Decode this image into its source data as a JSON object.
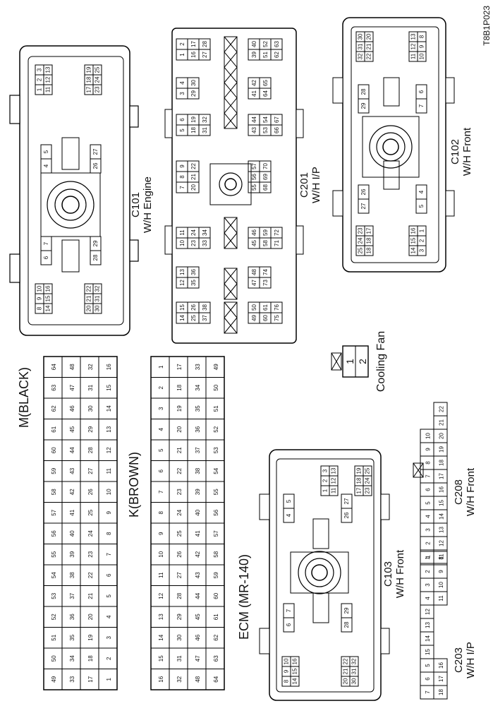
{
  "m_black": {
    "title": "M(BLACK)",
    "rows": [
      [
        "64",
        "63",
        "62",
        "61",
        "60",
        "59",
        "58",
        "57",
        "56",
        "55",
        "54",
        "53",
        "52",
        "51",
        "50",
        "49"
      ],
      [
        "48",
        "47",
        "46",
        "45",
        "44",
        "43",
        "42",
        "41",
        "40",
        "39",
        "38",
        "37",
        "36",
        "35",
        "34",
        "33"
      ],
      [
        "32",
        "31",
        "30",
        "29",
        "28",
        "27",
        "26",
        "25",
        "24",
        "23",
        "22",
        "21",
        "20",
        "19",
        "18",
        "17"
      ],
      [
        "16",
        "15",
        "14",
        "13",
        "12",
        "11",
        "10",
        "9",
        "8",
        "7",
        "6",
        "5",
        "4",
        "3",
        "2",
        "1"
      ]
    ]
  },
  "k_brown": {
    "title": "K(BROWN)",
    "rows": [
      [
        "1",
        "2",
        "3",
        "4",
        "5",
        "6",
        "7",
        "8",
        "9",
        "10",
        "11",
        "12",
        "13",
        "14",
        "15",
        "16"
      ],
      [
        "17",
        "18",
        "19",
        "20",
        "21",
        "22",
        "23",
        "24",
        "25",
        "26",
        "27",
        "28",
        "29",
        "30",
        "31",
        "32"
      ],
      [
        "33",
        "34",
        "35",
        "36",
        "37",
        "38",
        "39",
        "40",
        "41",
        "42",
        "43",
        "44",
        "45",
        "46",
        "47",
        "48"
      ],
      [
        "49",
        "50",
        "51",
        "52",
        "53",
        "54",
        "55",
        "56",
        "57",
        "58",
        "59",
        "60",
        "61",
        "62",
        "63",
        "64"
      ]
    ]
  },
  "ecm": {
    "title": "ECM (MR-140)"
  },
  "c101": {
    "code": "C101",
    "name": "W/H Engine",
    "cells": {
      "a": [
        [
          "3",
          "2",
          "1"
        ],
        [
          "13",
          "12",
          "11"
        ]
      ],
      "b": [
        [
          "5",
          "4"
        ]
      ],
      "c": [
        [
          "19",
          "18",
          "17"
        ],
        [
          "25",
          "24",
          "23"
        ]
      ],
      "d": [
        [
          "27",
          "26"
        ]
      ],
      "e": [
        [
          "7",
          "6"
        ]
      ],
      "f": [
        [
          "10",
          "9",
          "8"
        ],
        [
          "16",
          "15",
          "14"
        ]
      ],
      "g": [
        [
          "29",
          "28"
        ]
      ],
      "h": [
        [
          "22",
          "21",
          "20"
        ],
        [
          "32",
          "31",
          "30"
        ]
      ]
    }
  },
  "c103": {
    "code": "C103",
    "name": "W/H Front",
    "cells": {
      "a": [
        [
          "3",
          "2",
          "1"
        ],
        [
          "13",
          "12",
          "11"
        ]
      ],
      "b": [
        [
          "5",
          "4"
        ]
      ],
      "c": [
        [
          "19",
          "18",
          "17"
        ],
        [
          "25",
          "24",
          "23"
        ]
      ],
      "d": [
        [
          "27",
          "26"
        ]
      ],
      "e": [
        [
          "7",
          "6"
        ]
      ],
      "f": [
        [
          "10",
          "9",
          "8"
        ],
        [
          "16",
          "15",
          "14"
        ]
      ],
      "g": [
        [
          "29",
          "28"
        ]
      ],
      "h": [
        [
          "22",
          "21",
          "20"
        ],
        [
          "32",
          "31",
          "30"
        ]
      ]
    }
  },
  "c201": {
    "code": "C201",
    "name": "W/H I/P",
    "cols": [
      [
        [
          "2",
          "1"
        ],
        [
          "17",
          "16"
        ],
        [
          "28",
          "27"
        ]
      ],
      [
        [
          "4",
          "3"
        ],
        [
          "30",
          "29"
        ]
      ],
      [
        [
          "6",
          "5"
        ],
        [
          "19",
          "18"
        ],
        [
          "32",
          "31"
        ]
      ],
      [
        [
          "9",
          "8",
          "7"
        ],
        [
          "22",
          "21",
          "20"
        ]
      ],
      [
        [
          "11",
          "10"
        ],
        [
          "24",
          "23"
        ],
        [
          "34",
          "33"
        ]
      ],
      [
        [
          "13",
          "12"
        ],
        [
          "36",
          "35"
        ]
      ],
      [
        [
          "15",
          "14"
        ],
        [
          "26",
          "25"
        ],
        [
          "38",
          "37"
        ]
      ],
      [
        [
          "40",
          "39"
        ],
        [
          "52",
          "51"
        ],
        [
          "63",
          "62"
        ]
      ],
      [
        [
          "42",
          "41"
        ],
        [
          "65",
          "64"
        ]
      ],
      [
        [
          "44",
          "43"
        ],
        [
          "54",
          "53"
        ],
        [
          "67",
          "66"
        ]
      ],
      [
        [
          "57",
          "56",
          "55"
        ],
        [
          "70",
          "69",
          "68"
        ]
      ],
      [
        [
          "46",
          "45"
        ],
        [
          "59",
          "58"
        ],
        [
          "72",
          "71"
        ]
      ],
      [
        [
          "48",
          "47"
        ],
        [
          "74",
          "73"
        ]
      ],
      [
        [
          "50",
          "49"
        ],
        [
          "61",
          "60"
        ],
        [
          "76",
          "75"
        ]
      ]
    ]
  },
  "c102": {
    "code": "C102",
    "name": "W/H Front",
    "cells": {
      "a": [
        [
          "30",
          "31",
          "32"
        ],
        [
          "20",
          "21",
          "22"
        ]
      ],
      "b": [
        [
          "13",
          "12",
          "11"
        ],
        [
          "8",
          "9",
          "10"
        ]
      ],
      "c": [
        [
          "28",
          "29"
        ]
      ],
      "d": [
        [
          "6",
          "7"
        ]
      ],
      "e": [
        [
          "26",
          "27"
        ]
      ],
      "f": [
        [
          "4",
          "5"
        ]
      ],
      "g": [
        [
          "23",
          "24",
          "25"
        ],
        [
          "17",
          "18",
          "18"
        ]
      ],
      "h": [
        [
          "16",
          "15",
          "14"
        ],
        [
          "1",
          "2",
          "3"
        ]
      ]
    }
  },
  "cooling_fan": {
    "label": "Cooling Fan",
    "pins": [
      "2",
      "1"
    ]
  },
  "c208": {
    "code": "C208",
    "name": "W/H Front",
    "top": [
      "1",
      "2",
      "3",
      "4",
      "5",
      "6",
      "7",
      "8",
      "9",
      "10"
    ],
    "bottom": [
      "11",
      "12",
      "13",
      "14",
      "15",
      "16",
      "17",
      "18",
      "19",
      "20",
      "21",
      "22"
    ]
  },
  "c203": {
    "code": "C203",
    "name": "W/H I/P",
    "top": [
      "7",
      "6",
      "5",
      "15",
      "14",
      "13",
      "12",
      "4",
      "3",
      "2",
      "1"
    ],
    "bottom": [
      "18",
      "17",
      "16",
      "11",
      "10",
      "9",
      "8"
    ]
  },
  "ref": "T8B1P023"
}
